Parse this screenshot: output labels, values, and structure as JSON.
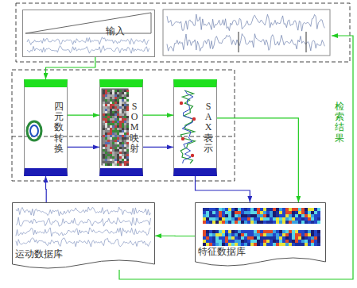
{
  "diagram": {
    "nodes": [
      {
        "text": [
          "输入"
        ]
      },
      {
        "text": [
          "四元数转换"
        ]
      },
      {
        "text": [
          "SOM映射"
        ]
      },
      {
        "text": [
          "SAX表示"
        ]
      },
      {
        "text": [
          "运动数据库"
        ]
      },
      {
        "text": [
          "特征数据库"
        ]
      }
    ],
    "edges": [
      {
        "from": 0,
        "to": 1,
        "arrow": "to"
      },
      {
        "from": 1,
        "to": 2,
        "arrow": "to"
      },
      {
        "from": 2,
        "to": 3,
        "arrow": "to"
      },
      {
        "from": 1,
        "to": 2,
        "arrow": "to"
      },
      {
        "from": 2,
        "to": 3,
        "arrow": "to"
      },
      {
        "from": 4,
        "to": 1,
        "arrow": "to"
      },
      {
        "from": 3,
        "to": 5,
        "arrow": "to"
      },
      {
        "from": 3,
        "to": 5,
        "arrow": "to"
      },
      {
        "from": 5,
        "to": 4,
        "arrow": "to"
      }
    ],
    "labels": [
      "检索结果"
    ]
  }
}
